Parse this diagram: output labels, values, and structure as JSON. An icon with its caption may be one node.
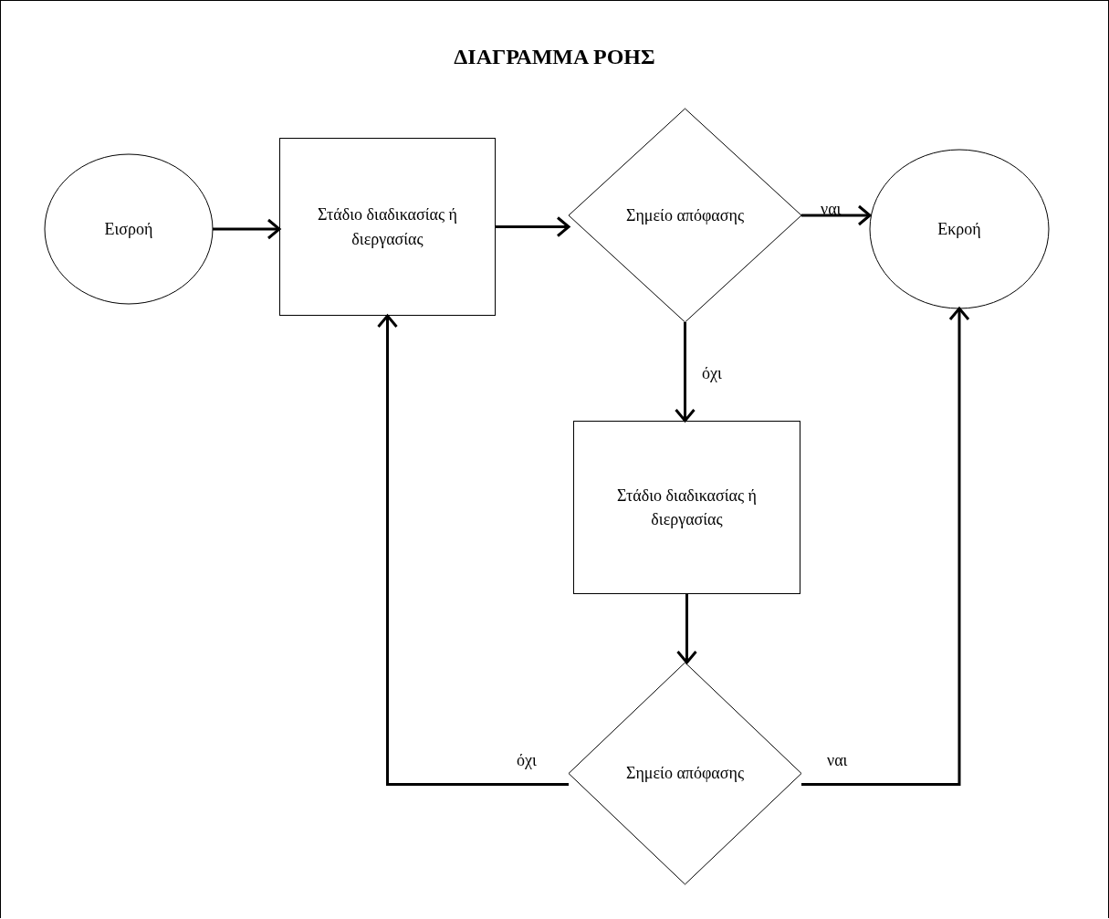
{
  "diagram": {
    "title": "ΔΙΑΓΡΑΜΜΑ ΡΟΗΣ",
    "nodes": [
      {
        "text": [
          "Εισροή"
        ]
      },
      {
        "text": [
          "Στάδιο διαδικασίας ή διεργασίας"
        ]
      },
      {
        "text": [
          "Σημείο απόφασης"
        ]
      },
      {
        "text": [
          "Εκροή"
        ]
      },
      {
        "text": [
          "Στάδιο διαδικασίας ή διεργασίας"
        ]
      },
      {
        "text": [
          "Σημείο απόφασης"
        ]
      }
    ],
    "edges": [
      {
        "from": 0,
        "to": 1,
        "arrow": "to"
      },
      {
        "from": 1,
        "to": 2,
        "arrow": "to"
      },
      {
        "from": 2,
        "to": 3,
        "arrow": "to",
        "label": "ναι"
      },
      {
        "from": 2,
        "to": 4,
        "arrow": "to",
        "label": "όχι"
      },
      {
        "from": 4,
        "to": 5,
        "arrow": "to"
      },
      {
        "from": 5,
        "to": 1,
        "arrow": "to",
        "label": "όχι"
      },
      {
        "from": 5,
        "to": 3,
        "arrow": "to",
        "label": "ναι"
      }
    ]
  }
}
